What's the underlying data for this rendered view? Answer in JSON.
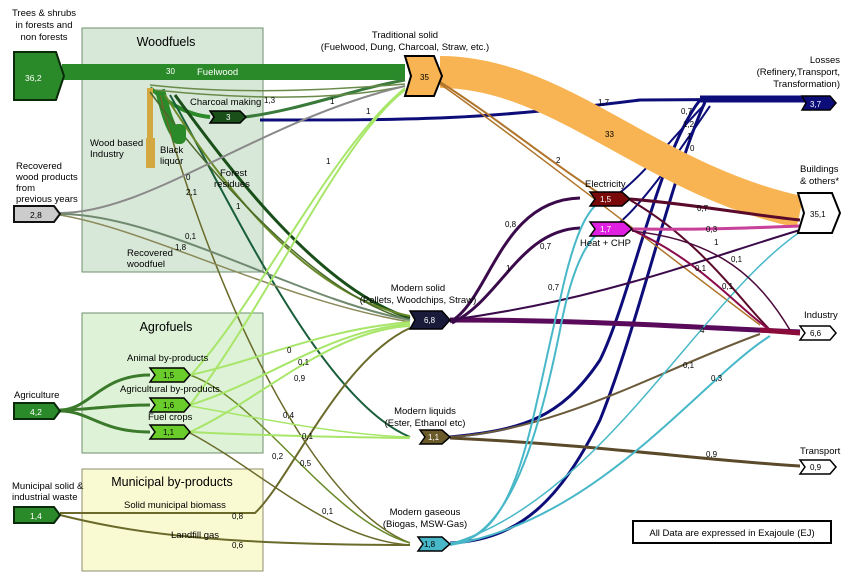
{
  "sources": {
    "trees": [
      "Trees & shrubs",
      "in forests and",
      "non forests"
    ],
    "trees_value": "36,2",
    "recovered": [
      "Recovered",
      "wood products",
      "from",
      "previous years"
    ],
    "recovered_value": "2,8",
    "agriculture": "Agriculture",
    "agriculture_value": "4,2",
    "municipal": [
      "Municipal solid &",
      "industrial waste"
    ],
    "municipal_value": "1,4"
  },
  "groups": {
    "woodfuels": "Woodfuels",
    "agrofuels": "Agrofuels",
    "municipal": "Municipal by-products"
  },
  "wood": {
    "fuelwood_value": "30",
    "fuelwood": "Fuelwood",
    "charcoal_making": "Charcoal making",
    "charcoal_value": "3",
    "wood_industry": [
      "Wood based",
      "Industry"
    ],
    "black_liquor": [
      "Black",
      "liquor"
    ],
    "forest_residues": [
      "Forest",
      "residues"
    ],
    "recovered_woodfuel": [
      "Recovered",
      "woodfuel"
    ]
  },
  "agro": {
    "animal": "Animal by-products",
    "animal_value": "1,5",
    "agricultural": "Agricultural by-products",
    "agricultural_value": "1,6",
    "fuel_crops": "Fuel crops",
    "fuel_crops_value": "1,1"
  },
  "muni": {
    "solid": "Solid municipal biomass",
    "landfill": "Landfill gas"
  },
  "carriers": {
    "traditional": [
      "Traditional solid",
      "(Fuelwood, Dung, Charcoal, Straw, etc.)"
    ],
    "traditional_value": "35",
    "modern_solid": [
      "Modern solid",
      "(Pellets, Woodchips, Straw)"
    ],
    "modern_solid_value": "6,8",
    "modern_liquids": [
      "Modern liquids",
      "(Ester, Ethanol etc)"
    ],
    "modern_liquids_value": "1,1",
    "modern_gaseous": [
      "Modern gaseous",
      "(Biogas, MSW-Gas)"
    ],
    "modern_gaseous_value": "1,8",
    "electricity": "Electricity",
    "electricity_value": "1,5",
    "heat_chp": "Heat + CHP",
    "heat_chp_value": "1,7"
  },
  "sinks": {
    "losses": [
      "Losses",
      "(Refinery,Transport,",
      "Transformation)"
    ],
    "losses_value": "3,7",
    "buildings": [
      "Buildings",
      "& others*"
    ],
    "buildings_value": "35,1",
    "industry": "Industry",
    "industry_value": "6,6",
    "transport": "Transport",
    "transport_value": "0,9"
  },
  "flow_labels": {
    "charcoal_in": "1,3",
    "wood_to_trad": "1",
    "wood_to_trad2": "1",
    "wood_to_ms": "1",
    "forest_zero": "0",
    "forest_2_1": "2,1",
    "forest_1": "1",
    "rec_0_1": "0,1",
    "rec_1_8": "1,8",
    "trad_losses": "1,7",
    "trad_buildings": "33",
    "trad_elec": "2",
    "ms_elec": "0,8",
    "ms_heat": "1",
    "gas_elec": "0,7",
    "gas_heat": "0,7",
    "loss_a": "0,7",
    "loss_b": "1,2",
    "loss_c": "1",
    "loss_d": "0",
    "elec_bld": "0,7",
    "heat_bld": "0,3",
    "heat_ind": "1",
    "elec_ind": "0,1",
    "heat_ind2": "0,1",
    "ms_ind2": "0,1",
    "ms_ind": "4",
    "ml_ind": "0,1",
    "mg_ind": "0,3",
    "ml_transport": "0,9",
    "agro_0": "0",
    "agro_0_1": "0,1",
    "agro_0_9": "0,9",
    "agro_0_4": "0,4",
    "agro_0_1b": "0,1",
    "agro_0_2": "0,2",
    "agro_0_5": "0,5",
    "agro_0_1c": "0,1",
    "muni_0_8": "0,8",
    "muni_0_6": "0,6"
  },
  "footnote": "All Data are expressed in Exajoule (EJ)",
  "colors": {
    "wood_green": "#2a8a2a",
    "dark_green": "#1a4f1a",
    "orange": "#f8b452",
    "navy": "#0d0d7a",
    "teal": "#48b8c8",
    "purple": "#3a0a4a",
    "lime": "#a8e66a",
    "olive": "#6a6a2a",
    "box_wood": "#d8e8d8",
    "box_agro": "#ddf2d6",
    "box_muni": "#fafad2"
  }
}
